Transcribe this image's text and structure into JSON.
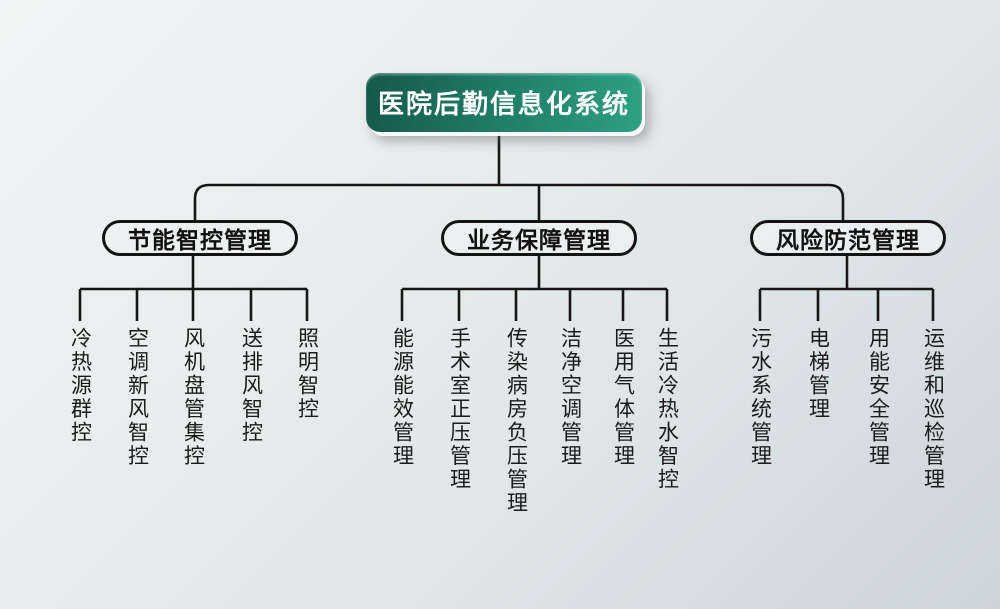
{
  "root": {
    "label": "医院后勤信息化系统"
  },
  "branches": [
    {
      "label": "节能智控管理",
      "children": [
        "冷热源群控",
        "空调新风智控",
        "风机盘管集控",
        "送排风智控",
        "照明智控"
      ]
    },
    {
      "label": "业务保障管理",
      "children": [
        "能源能效管理",
        "手术室正压管理",
        "传染病房负压管理",
        "洁净空调管理",
        "医用气体管理",
        "生活冷热水智控"
      ]
    },
    {
      "label": "风险防范管理",
      "children": [
        "污水系统管理",
        "电梯管理",
        "用能安全管理",
        "运维和巡检管理"
      ]
    }
  ],
  "colors": {
    "root_gradient_start": "#15584a",
    "root_gradient_end": "#2da184",
    "line": "#161616",
    "background_start": "#f2f4f5",
    "background_end": "#cbd4d9"
  }
}
